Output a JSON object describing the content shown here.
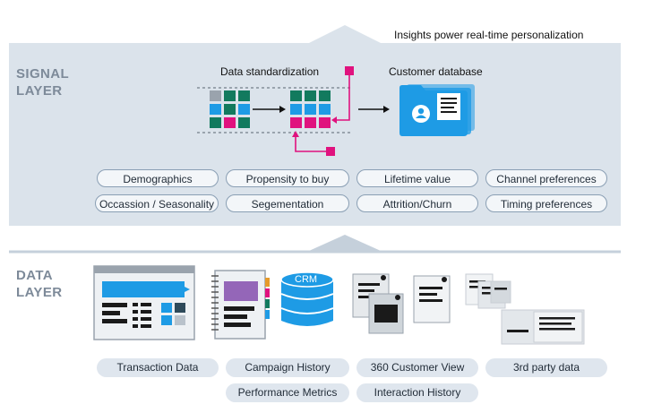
{
  "signal_layer": {
    "title_line1": "SIGNAL",
    "title_line2": "LAYER",
    "top_caption": "Insights power real-time personalization",
    "data_standardization_label": "Data standardization",
    "customer_database_label": "Customer database",
    "pills": [
      "Demographics",
      "Propensity to buy",
      "Lifetime value",
      "Channel preferences",
      "Occassion / Seasonality",
      "Segementation",
      "Attrition/Churn",
      "Timing preferences"
    ]
  },
  "data_layer": {
    "title_line1": "DATA",
    "title_line2": "LAYER",
    "crm_label": "CRM",
    "sources": [
      "Transaction Data",
      "Campaign History",
      "360 Customer View",
      "3rd party data",
      "Performance Metrics",
      "Interaction History"
    ]
  },
  "colors": {
    "signal_bg": "#dbe3eb",
    "accent_blue": "#1e9be5",
    "accent_magenta": "#e0127e",
    "teal": "#127a5e",
    "gray_title": "#7d8a99"
  },
  "icons": {
    "customer_db": "folder-with-id-card-icon",
    "crm": "database-cylinder-icon",
    "transaction": "browser-dashboard-icon",
    "campaign": "spiral-notebook-icon",
    "customer_view": "document-stack-icon",
    "third_party": "paper-sheets-icon"
  }
}
